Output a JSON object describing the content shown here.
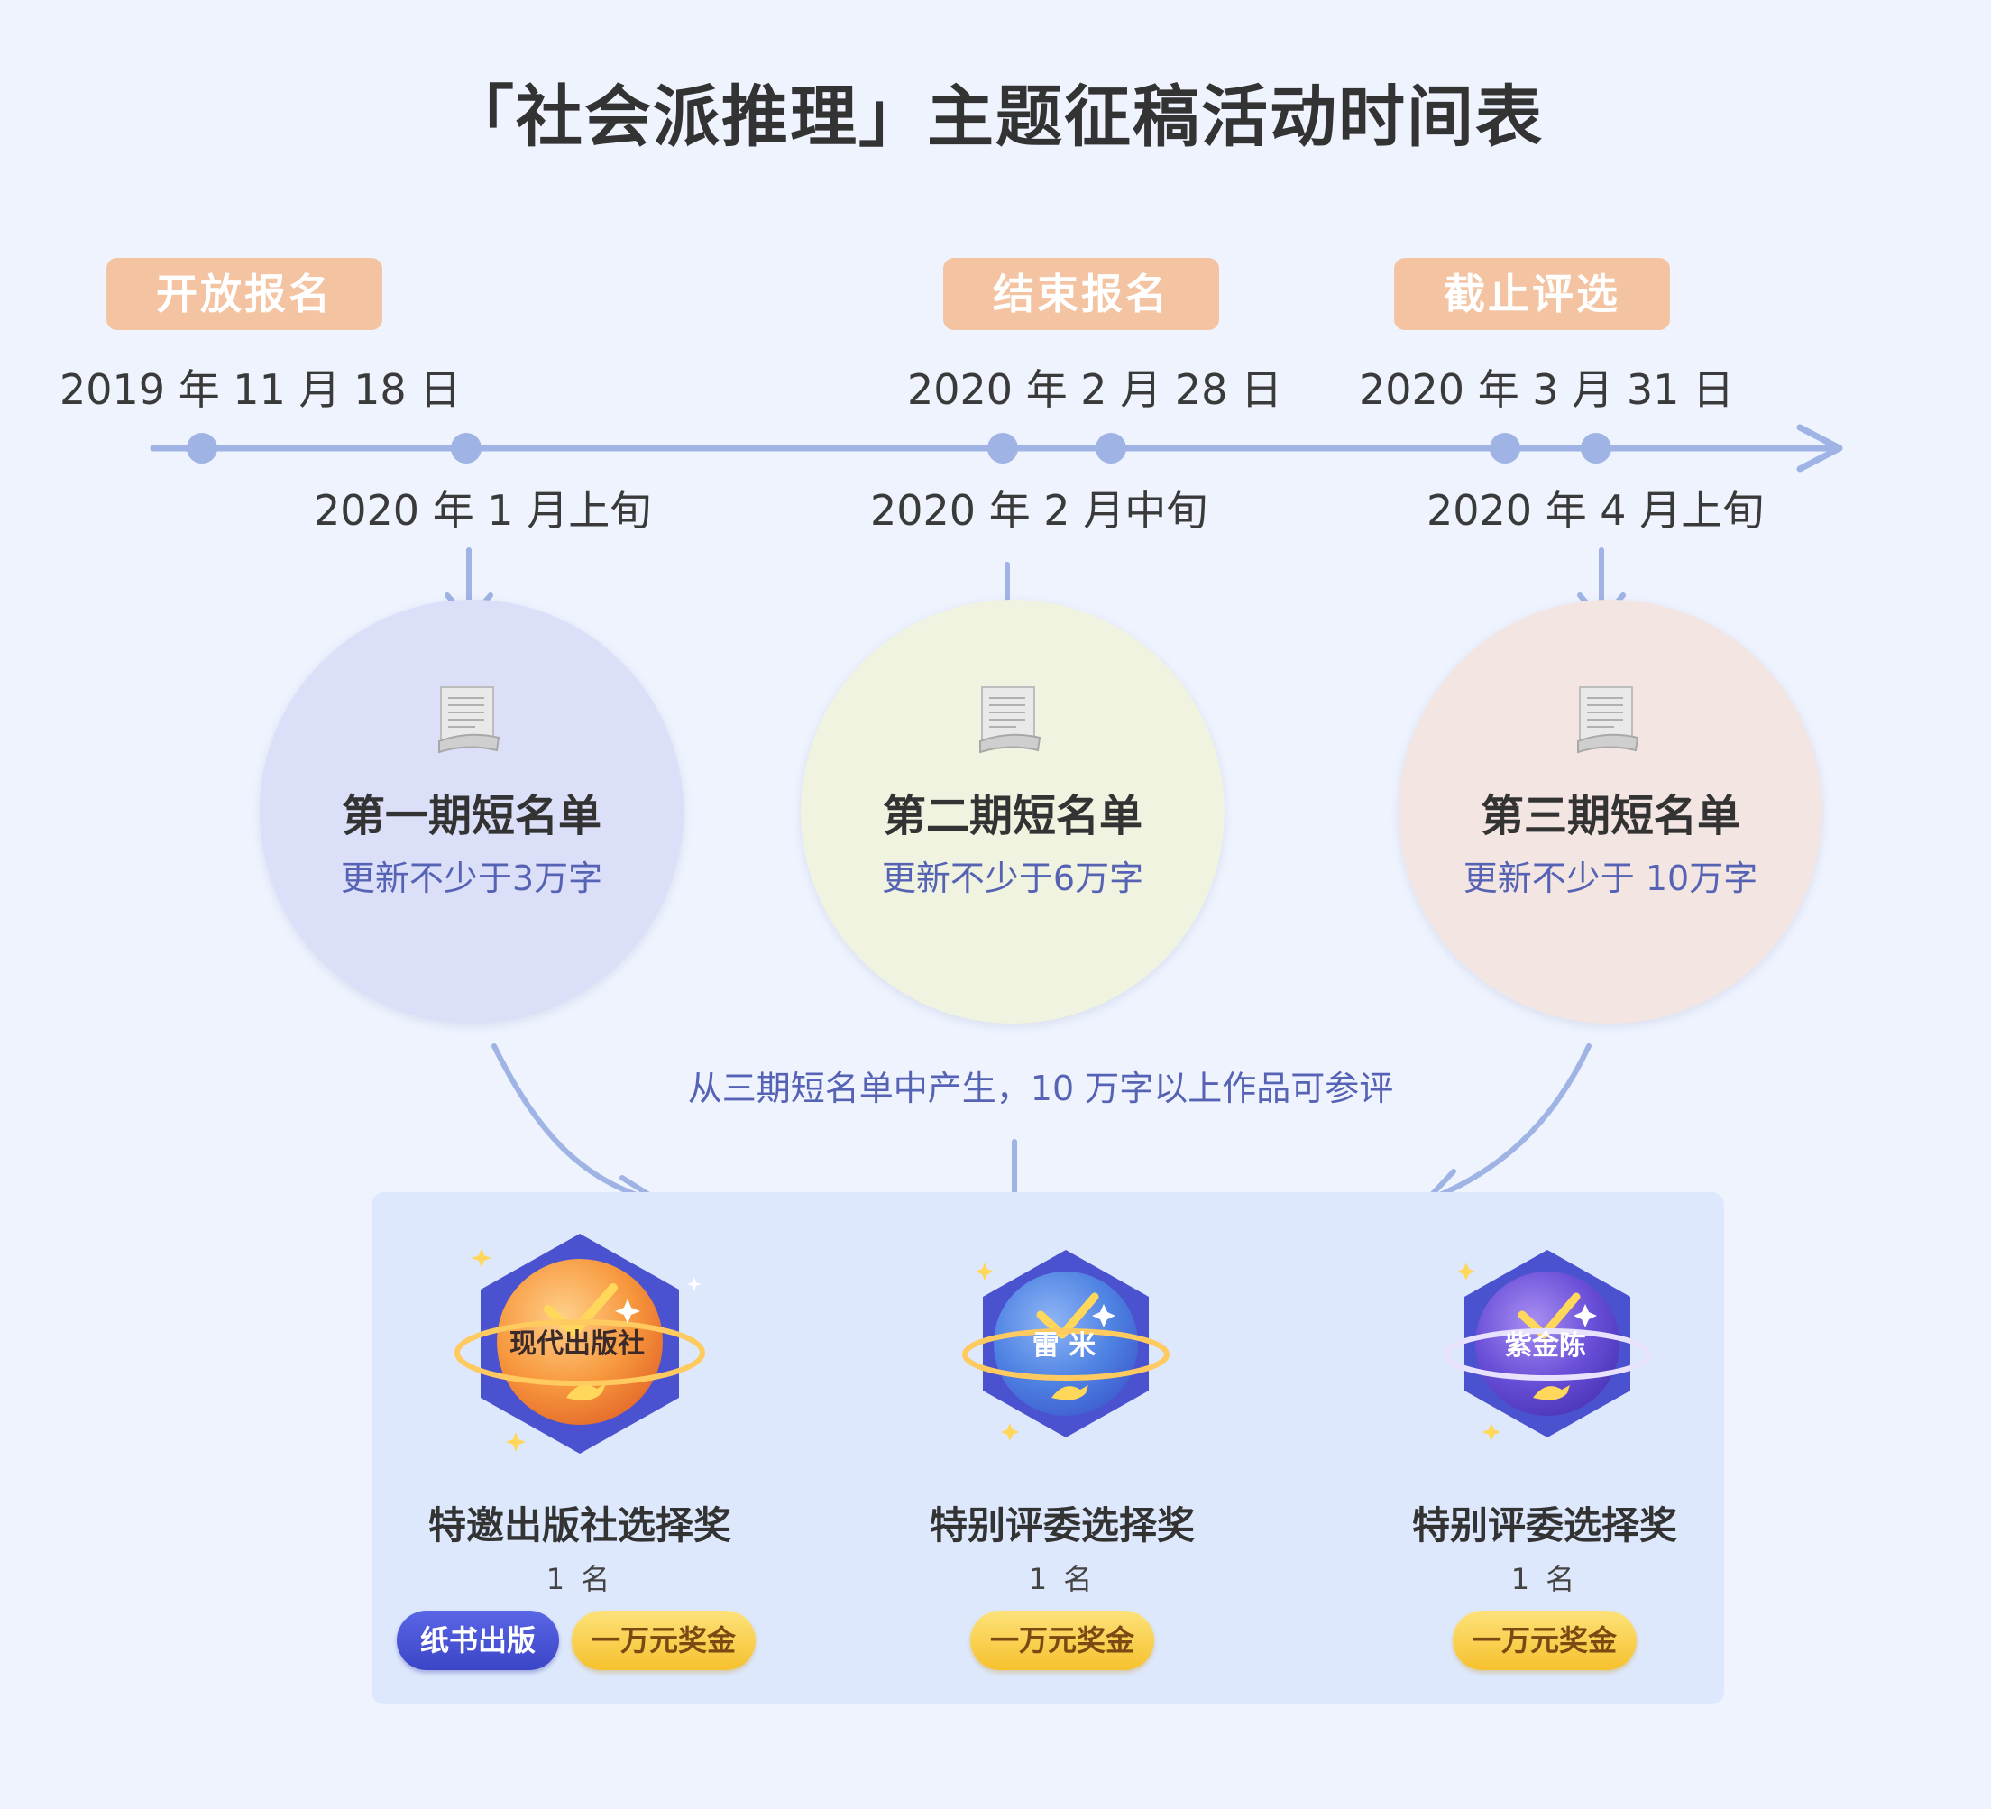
{
  "title": "「社会派推理」主题征稿活动时间表",
  "milestones": [
    {
      "tag": "开放报名",
      "date": "2019 年 11 月 18 日"
    },
    {
      "tag": "结束报名",
      "date": "2020 年 2 月 28 日"
    },
    {
      "tag": "截止评选",
      "date": "2020 年 3 月 31 日"
    }
  ],
  "below_dates": [
    "2020 年 1 月上旬",
    "2020 年 2 月中旬",
    "2020 年 4 月上旬"
  ],
  "shortlists": [
    {
      "title": "第一期短名单",
      "sub": "更新不少于3万字",
      "color": "#dcdff8"
    },
    {
      "title": "第二期短名单",
      "sub": "更新不少于6万字",
      "color": "#eff3df"
    },
    {
      "title": "第三期短名单",
      "sub": "更新不少于 10万字",
      "color": "#f3e6e2"
    }
  ],
  "note": "从三期短名单中产生，10 万字以上作品可参评",
  "awards": [
    {
      "badge": "现代出版社",
      "name": "特邀出版社选择奖",
      "count": "1 名",
      "pills": [
        "纸书出版",
        "一万元奖金"
      ]
    },
    {
      "badge": "雷 米",
      "name": "特别评委选择奖",
      "count": "1 名",
      "pills": [
        "一万元奖金"
      ]
    },
    {
      "badge": "紫金陈",
      "name": "特别评委选择奖",
      "count": "1 名",
      "pills": [
        "一万元奖金"
      ]
    }
  ],
  "colors": {
    "accent": "#9fb3e4",
    "tag": "#f3c3a2",
    "text_blue": "#5663b4"
  }
}
